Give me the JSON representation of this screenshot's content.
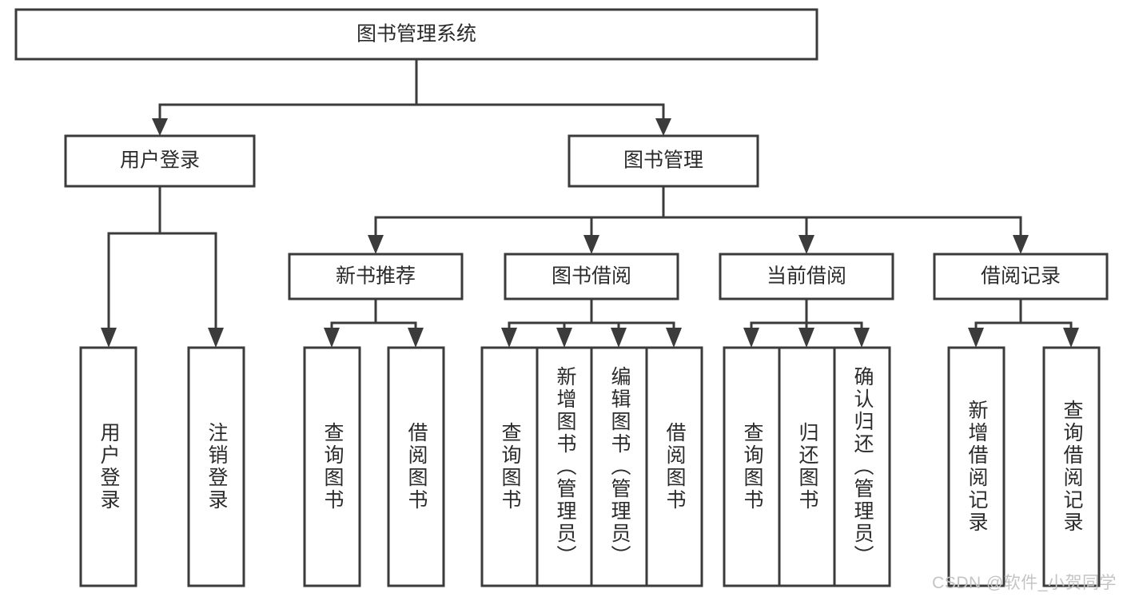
{
  "diagram": {
    "type": "tree-hierarchy-chart",
    "title_node": {
      "id": "root",
      "label": "图书管理系统"
    },
    "level2": [
      {
        "id": "user-login",
        "label": "用户登录"
      },
      {
        "id": "book-manage",
        "label": "图书管理"
      }
    ],
    "level3": [
      {
        "id": "new-book-rec",
        "label": "新书推荐",
        "parent": "book-manage"
      },
      {
        "id": "book-borrow",
        "label": "图书借阅",
        "parent": "book-manage"
      },
      {
        "id": "current-borrow",
        "label": "当前借阅",
        "parent": "book-manage"
      },
      {
        "id": "borrow-record",
        "label": "借阅记录",
        "parent": "book-manage"
      }
    ],
    "leaves": [
      {
        "id": "leaf-user-login",
        "label": "用户登录",
        "parent": "user-login"
      },
      {
        "id": "leaf-logout-login",
        "label": "注销登录",
        "parent": "user-login"
      },
      {
        "id": "leaf-query-book-1",
        "label": "查询图书",
        "parent": "new-book-rec"
      },
      {
        "id": "leaf-borrow-book-1",
        "label": "借阅图书",
        "parent": "new-book-rec"
      },
      {
        "id": "leaf-query-book-2",
        "label": "查询图书",
        "parent": "book-borrow"
      },
      {
        "id": "leaf-add-book",
        "label": "新增图书（管理员）",
        "parent": "book-borrow"
      },
      {
        "id": "leaf-edit-book",
        "label": "编辑图书（管理员）",
        "parent": "book-borrow"
      },
      {
        "id": "leaf-borrow-book-2",
        "label": "借阅图书",
        "parent": "book-borrow"
      },
      {
        "id": "leaf-query-book-3",
        "label": "查询图书",
        "parent": "current-borrow"
      },
      {
        "id": "leaf-return-book",
        "label": "归还图书",
        "parent": "current-borrow"
      },
      {
        "id": "leaf-confirm-return",
        "label": "确认归还（管理员）",
        "parent": "current-borrow"
      },
      {
        "id": "leaf-add-record",
        "label": "新增借阅记录",
        "parent": "borrow-record"
      },
      {
        "id": "leaf-query-record",
        "label": "查询借阅记录",
        "parent": "borrow-record"
      }
    ],
    "colors": {
      "box_stroke": "#3b3b3b",
      "box_fill": "#ffffff",
      "text": "#2b2b2b",
      "connector": "#3b3b3b",
      "watermark": "#c4c4c4",
      "background": "#ffffff"
    }
  },
  "watermark": {
    "text": "CSDN @软件_小贺同学"
  }
}
